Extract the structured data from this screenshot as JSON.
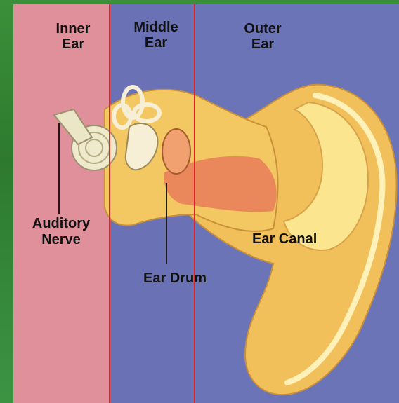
{
  "zones": {
    "inner": "Inner\nEar",
    "middle": "Middle\nEar",
    "outer": "Outer\nEar"
  },
  "labels": {
    "auditory_nerve": "Auditory\nNerve",
    "ear_drum": "Ear Drum",
    "ear_canal": "Ear Canal"
  },
  "colors": {
    "inner_zone": "#e0909b",
    "middle_zone": "#6a71b5",
    "outer_zone": "#6c74b8",
    "divider": "#e02424",
    "background": "#2f7f33",
    "ear_tissue": "#f2c05a",
    "ear_tissue_light": "#fbe58f",
    "canal": "#e8735a",
    "bone": "#f6efd6"
  }
}
